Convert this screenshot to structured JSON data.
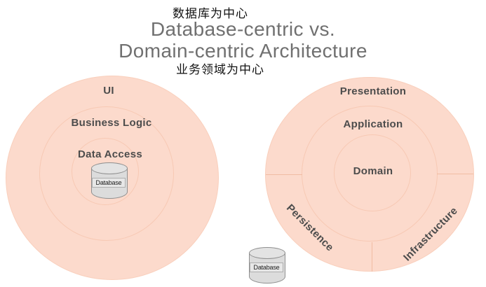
{
  "header": {
    "top_caption_zh": "数据库为中心",
    "title_line1": "Database-centric vs.",
    "title_line2": "Domain-centric Architecture",
    "bottom_caption_zh": "业务领域为中心"
  },
  "left_diagram": {
    "type": "concentric-circles",
    "rings": [
      "UI",
      "Business Logic",
      "Data Access"
    ],
    "center_item": "Database"
  },
  "right_diagram": {
    "type": "concentric-circles",
    "rings": [
      "Presentation",
      "Application",
      "Domain"
    ],
    "outer_sectors": [
      "Persistence",
      "Infrastructure"
    ],
    "external_item": "Database"
  },
  "colors": {
    "circle_fill": "#fcdacc",
    "ring_border": "#f7c9b4",
    "sector_divider": "#f0bca3",
    "title_text": "#707070",
    "layer_label_text": "#4c4c4c",
    "caption_text": "#121212",
    "cylinder_fill": "#dcdcdc",
    "cylinder_border": "#8f8f8f"
  }
}
